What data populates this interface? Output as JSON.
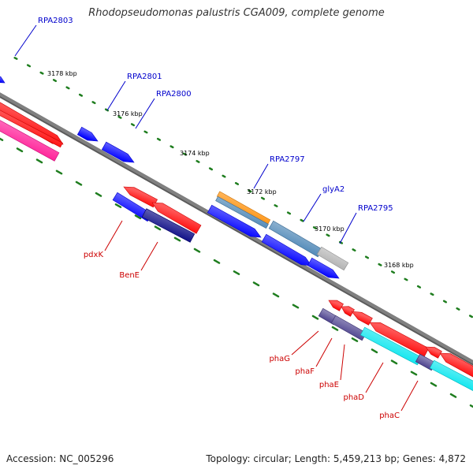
{
  "title": "Rhodopseudomonas palustris CGA009, complete genome",
  "footer": {
    "accession": "Accession: NC_005296",
    "summary": "Topology: circular; Length: 5,459,213 bp; Genes: 4,872"
  },
  "colors": {
    "backbone": "#808080",
    "tick": "#1e7d1e",
    "forward_gene": "#ff0000",
    "reverse_gene": "#0000ff",
    "pink_feature": "#ff1493",
    "orange_feature": "#ff8c00",
    "steel_feature": "#4682b4",
    "grey_feature": "#b0b0b0",
    "navy_feature": "#000080",
    "slate_feature": "#483d8b",
    "cyan_feature": "#00e5ee",
    "label_blue": "#0000cc",
    "label_red": "#cc0000"
  },
  "ticks": [
    {
      "label": "3178 kbp"
    },
    {
      "label": "3176 kbp"
    },
    {
      "label": "3174 kbp"
    },
    {
      "label": "3172 kbp"
    },
    {
      "label": "3170 kbp"
    },
    {
      "label": "3168 kbp"
    }
  ],
  "gene_labels": [
    {
      "label": "RPA2803",
      "color": "label_blue"
    },
    {
      "label": "RPA2801",
      "color": "label_blue"
    },
    {
      "label": "RPA2800",
      "color": "label_blue"
    },
    {
      "label": "RPA2797",
      "color": "label_blue"
    },
    {
      "label": "glyA2",
      "color": "label_blue"
    },
    {
      "label": "RPA2795",
      "color": "label_blue"
    },
    {
      "label": "pdxK",
      "color": "label_red"
    },
    {
      "label": "BenE",
      "color": "label_red"
    },
    {
      "label": "phaG",
      "color": "label_red"
    },
    {
      "label": "phaF",
      "color": "label_red"
    },
    {
      "label": "phaE",
      "color": "label_red"
    },
    {
      "label": "phaD",
      "color": "label_red"
    },
    {
      "label": "phaC",
      "color": "label_red"
    }
  ]
}
